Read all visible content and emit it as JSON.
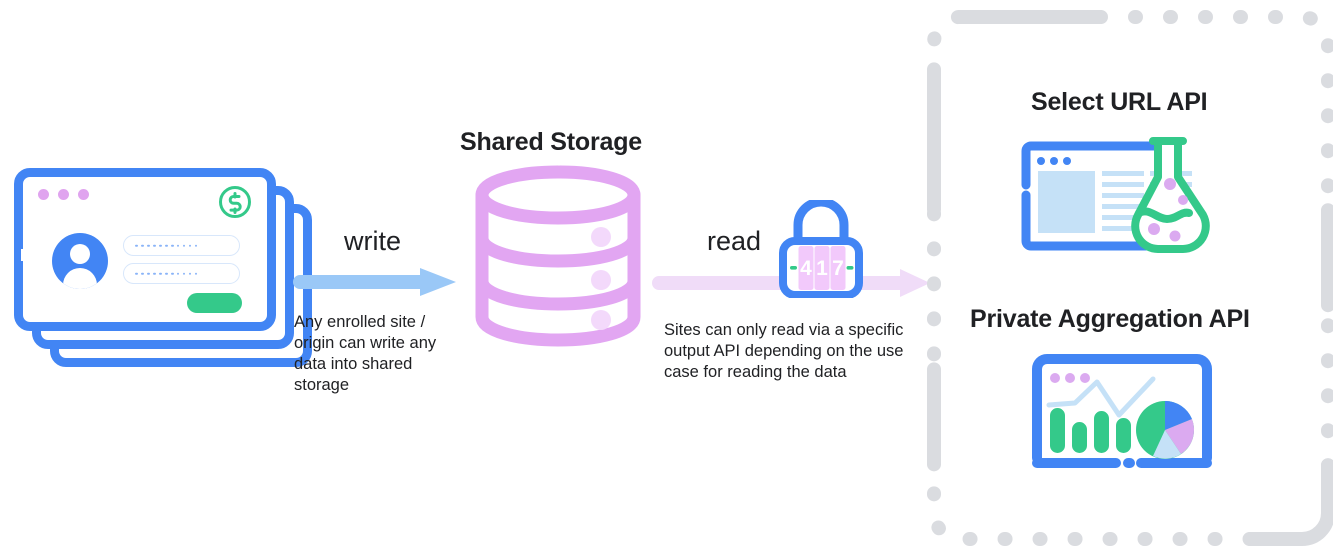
{
  "diagram": {
    "title": "Shared Storage write and read flow",
    "nodes": {
      "site": {
        "name": "enrolled-site-windows",
        "icon": "browser-window-stack-icon"
      },
      "storage": {
        "label": "Shared Storage",
        "icon": "database-cylinder-icon",
        "disk_count": 3
      },
      "lock": {
        "icon": "combination-lock-icon",
        "code": "417"
      }
    },
    "edges": [
      {
        "id": "write",
        "label": "write",
        "caption": "Any enrolled site / origin can write any data into shared storage",
        "color": "#9ac8f7",
        "direction": "left-to-right"
      },
      {
        "id": "read",
        "label": "read",
        "caption": "Sites can only read via a specific output API depending on the use case for reading the data",
        "color": "#f0dcf8",
        "direction": "left-to-right"
      }
    ],
    "output_apis": {
      "panel_name": "output-apis-panel",
      "border_style": "dashed",
      "border_color": "#dadce0",
      "items": [
        {
          "label": "Select URL API",
          "icon": "browser-window-with-flask-icon"
        },
        {
          "label": "Private Aggregation API",
          "icon": "browser-window-with-charts-icon"
        }
      ]
    },
    "colors": {
      "blue": "#4285f4",
      "green": "#34c98a",
      "purple": "#e0a4ef",
      "light_blue": "#c5e1f7",
      "gray": "#dadce0",
      "text": "#202124"
    }
  },
  "chart_icon_data": {
    "type": "bar",
    "bars": [
      {
        "height": 78
      },
      {
        "height": 52
      },
      {
        "height": 72
      },
      {
        "height": 58
      }
    ],
    "line_points": [
      [
        0,
        52
      ],
      [
        22,
        50
      ],
      [
        48,
        20
      ],
      [
        70,
        60
      ],
      [
        100,
        5
      ]
    ],
    "pie_slices": [
      {
        "color": "#4285f4",
        "percent": 17
      },
      {
        "color": "#dbaaf0",
        "percent": 18
      },
      {
        "color": "#c5e1f7",
        "percent": 15
      },
      {
        "color": "#34c98a",
        "percent": 50
      }
    ]
  }
}
